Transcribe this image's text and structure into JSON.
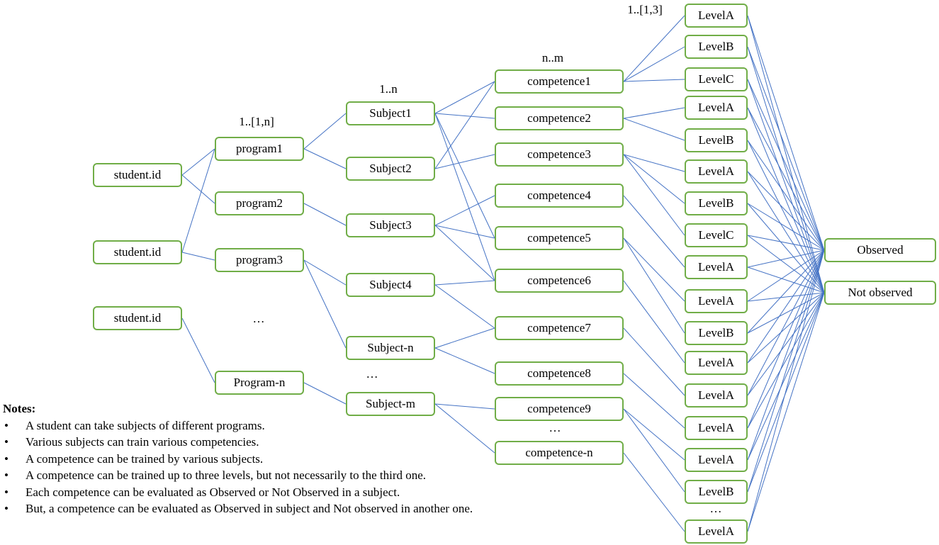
{
  "diagram": {
    "multiplicity_labels": {
      "programs": "1..[1,n]",
      "subjects": "1..n",
      "competences": "n..m",
      "levels": "1..[1,3]"
    },
    "students": [
      {
        "id": "st1",
        "label": "student.id"
      },
      {
        "id": "st2",
        "label": "student.id"
      },
      {
        "id": "st3",
        "label": "student.id"
      }
    ],
    "programs": [
      {
        "id": "p1",
        "label": "program1"
      },
      {
        "id": "p2",
        "label": "program2"
      },
      {
        "id": "p3",
        "label": "program3"
      },
      {
        "id": "pn",
        "label": "Program-n"
      }
    ],
    "subjects": [
      {
        "id": "s1",
        "label": "Subject1"
      },
      {
        "id": "s2",
        "label": "Subject2"
      },
      {
        "id": "s3",
        "label": "Subject3"
      },
      {
        "id": "s4",
        "label": "Subject4"
      },
      {
        "id": "sn",
        "label": "Subject-n"
      },
      {
        "id": "sm",
        "label": "Subject-m"
      }
    ],
    "competences": [
      {
        "id": "c1",
        "label": "competence1"
      },
      {
        "id": "c2",
        "label": "competence2"
      },
      {
        "id": "c3",
        "label": "competence3"
      },
      {
        "id": "c4",
        "label": "competence4"
      },
      {
        "id": "c5",
        "label": "competence5"
      },
      {
        "id": "c6",
        "label": "competence6"
      },
      {
        "id": "c7",
        "label": "competence7"
      },
      {
        "id": "c8",
        "label": "competence8"
      },
      {
        "id": "c9",
        "label": "competence9"
      },
      {
        "id": "cn",
        "label": "competence-n"
      }
    ],
    "levels": [
      {
        "id": "l0",
        "label": "LevelA"
      },
      {
        "id": "l1",
        "label": "LevelB"
      },
      {
        "id": "l2",
        "label": "LevelC"
      },
      {
        "id": "l3",
        "label": "LevelA"
      },
      {
        "id": "l4",
        "label": "LevelB"
      },
      {
        "id": "l5",
        "label": "LevelA"
      },
      {
        "id": "l6",
        "label": "LevelB"
      },
      {
        "id": "l7",
        "label": "LevelC"
      },
      {
        "id": "l8",
        "label": "LevelA"
      },
      {
        "id": "l9",
        "label": "LevelA"
      },
      {
        "id": "l10",
        "label": "LevelB"
      },
      {
        "id": "l11",
        "label": "LevelA"
      },
      {
        "id": "l12",
        "label": "LevelA"
      },
      {
        "id": "l13",
        "label": "LevelA"
      },
      {
        "id": "l14",
        "label": "LevelA"
      },
      {
        "id": "l15",
        "label": "LevelB"
      },
      {
        "id": "l16",
        "label": "LevelA"
      }
    ],
    "outcomes": [
      {
        "id": "obs",
        "label": "Observed"
      },
      {
        "id": "nobs",
        "label": "Not observed"
      }
    ],
    "ellipsis": "…",
    "edges": [
      [
        "st1",
        "p1"
      ],
      [
        "st1",
        "p2"
      ],
      [
        "st2",
        "p1"
      ],
      [
        "st2",
        "p3"
      ],
      [
        "st3",
        "pn"
      ],
      [
        "p1",
        "s1"
      ],
      [
        "p1",
        "s2"
      ],
      [
        "p2",
        "s3"
      ],
      [
        "p3",
        "s4"
      ],
      [
        "p3",
        "sn"
      ],
      [
        "pn",
        "sm"
      ],
      [
        "s1",
        "c1"
      ],
      [
        "s1",
        "c2"
      ],
      [
        "s1",
        "c5"
      ],
      [
        "s1",
        "c6"
      ],
      [
        "s2",
        "c1"
      ],
      [
        "s2",
        "c3"
      ],
      [
        "s3",
        "c4"
      ],
      [
        "s3",
        "c5"
      ],
      [
        "s3",
        "c6"
      ],
      [
        "s4",
        "c6"
      ],
      [
        "s4",
        "c7"
      ],
      [
        "sn",
        "c7"
      ],
      [
        "sn",
        "c8"
      ],
      [
        "sm",
        "c9"
      ],
      [
        "sm",
        "cn"
      ],
      [
        "c1",
        "l0"
      ],
      [
        "c1",
        "l1"
      ],
      [
        "c1",
        "l2"
      ],
      [
        "c2",
        "l3"
      ],
      [
        "c2",
        "l4"
      ],
      [
        "c3",
        "l5"
      ],
      [
        "c3",
        "l6"
      ],
      [
        "c3",
        "l7"
      ],
      [
        "c4",
        "l8"
      ],
      [
        "c5",
        "l9"
      ],
      [
        "c5",
        "l10"
      ],
      [
        "c6",
        "l11"
      ],
      [
        "c7",
        "l12"
      ],
      [
        "c8",
        "l13"
      ],
      [
        "c9",
        "l14"
      ],
      [
        "c9",
        "l15"
      ],
      [
        "cn",
        "l16"
      ]
    ],
    "level_outcome_edges": "all"
  },
  "notes": {
    "title": "Notes:",
    "items": [
      "A student can take subjects of different programs.",
      "Various subjects can train various competencies.",
      "A competence can be trained by various subjects.",
      "A competence can be trained up to three levels, but not necessarily to the third one.",
      "Each competence can be evaluated as Observed or Not Observed in a subject.",
      "But, a competence can be evaluated as Observed in subject and Not observed  in another one."
    ]
  },
  "colors": {
    "node_border": "#70ad47",
    "edge": "#4472c4"
  }
}
